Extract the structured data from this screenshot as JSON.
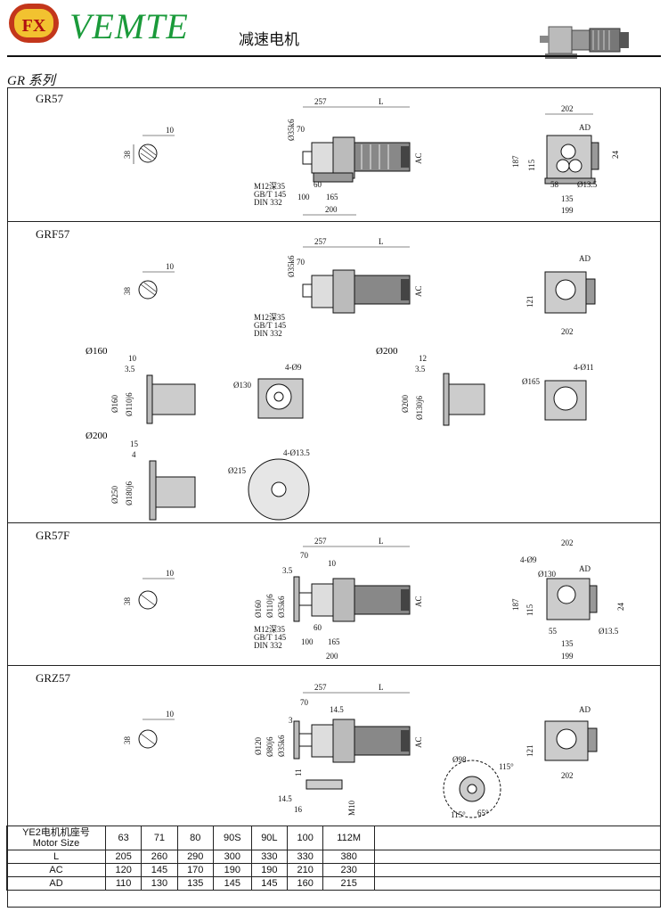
{
  "header": {
    "logo_text": "FX",
    "brand": "VEMTE",
    "title": "减速电机",
    "series": "GR 系列"
  },
  "sections": [
    {
      "label": "GR57"
    },
    {
      "label": "GRF57"
    },
    {
      "label": "GR57F"
    },
    {
      "label": "GRZ57"
    }
  ],
  "dims": {
    "shaft_w": "10",
    "shaft_h": "38",
    "d257": "257",
    "dL": "L",
    "dAC": "AC",
    "dAD": "AD",
    "d35": "Ø35k6",
    "d70": "70",
    "d60": "60",
    "d100": "100",
    "d165": "165",
    "d200": "200",
    "d202": "202",
    "d187": "187",
    "d115": "115",
    "d24": "24",
    "d58": "58",
    "d135": "135",
    "d199": "199",
    "d13_5": "Ø13.5",
    "m12": "M12深35",
    "gbt": "GB/T 145",
    "din": "DIN 332",
    "d121": "121",
    "flange160": "Ø160",
    "flange200a": "Ø200",
    "flange200b": "Ø200",
    "f10": "10",
    "f3_5": "3.5",
    "f12": "12",
    "f15": "15",
    "f4": "4",
    "fd160": "Ø160",
    "fd110": "Ø110j6",
    "fd130": "Ø130",
    "fd4_9": "4-Ø9",
    "fd200": "Ø200",
    "fd130b": "Ø130j6",
    "fd165": "Ø165",
    "fd4_11": "4-Ø11",
    "fd250": "Ø250",
    "fd180": "Ø180j6",
    "fd215": "Ø215",
    "fd4_13": "4-Ø13.5",
    "d55": "55",
    "d14_5": "14.5",
    "d3": "3",
    "d120": "Ø120",
    "d80": "Ø80j6",
    "d11": "11",
    "d16": "16",
    "m10": "M10",
    "d98": "Ø98",
    "a115a": "115°",
    "a115b": "115°",
    "a65": "65°"
  },
  "table": {
    "header_line1": "YE2电机机座号",
    "header_line2": "Motor Size",
    "sizes": [
      "63",
      "71",
      "80",
      "90S",
      "90L",
      "100",
      "112M"
    ],
    "rows": [
      {
        "name": "L",
        "values": [
          "205",
          "260",
          "290",
          "300",
          "330",
          "330",
          "380"
        ]
      },
      {
        "name": "AC",
        "values": [
          "120",
          "145",
          "170",
          "190",
          "190",
          "210",
          "230"
        ]
      },
      {
        "name": "AD",
        "values": [
          "110",
          "130",
          "135",
          "145",
          "145",
          "160",
          "215"
        ]
      }
    ]
  }
}
